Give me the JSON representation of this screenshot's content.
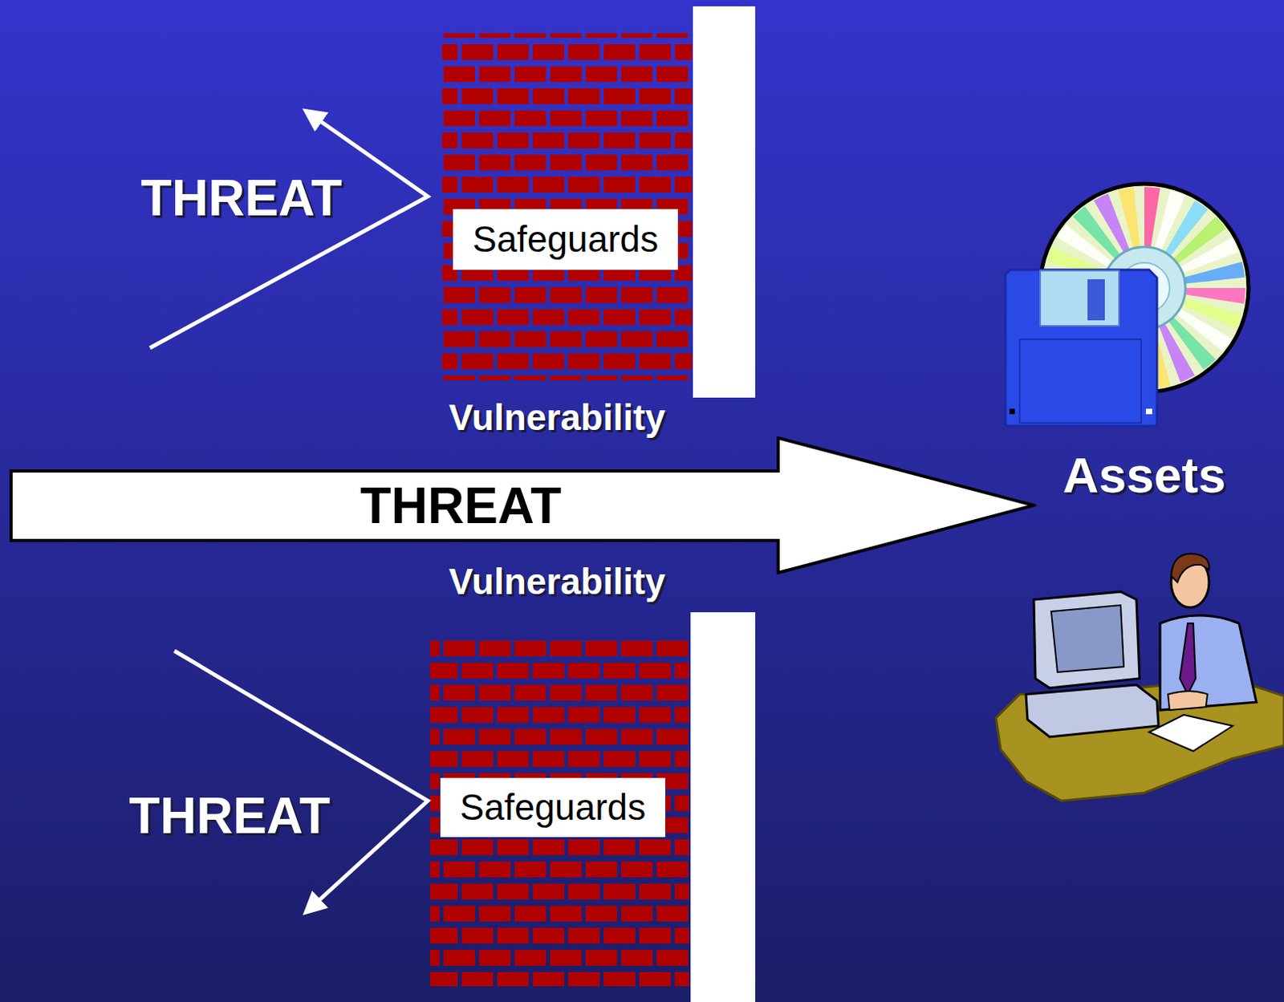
{
  "diagram": {
    "nodes": [
      {
        "text": [
          "Safeguards"
        ]
      },
      {
        "text": [
          "THREAT"
        ]
      },
      {
        "text": [
          "Safeguards"
        ]
      }
    ],
    "labels": [
      "THREAT",
      "Vulnerability",
      "Assets",
      "Vulnerability",
      "THREAT"
    ]
  }
}
